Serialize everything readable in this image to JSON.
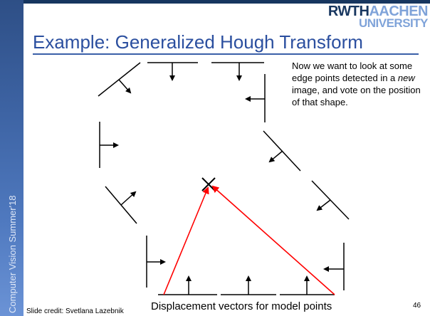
{
  "slide": {
    "title": "Example: Generalized Hough Transform",
    "sidebar_label": "Computer Vision Summer'18",
    "logo": {
      "line1a": "RWTH",
      "line1b": "AACHEN",
      "line2": "UNIVERSITY"
    },
    "description": {
      "part1": "Now we want to look at some edge points detected in a ",
      "emphasis": "new",
      "part2": " image, and vote on the position of that shape."
    },
    "caption": "Displacement vectors for model points",
    "credit": "Slide credit: Svetlana Lazebnik",
    "page_number": "46"
  },
  "colors": {
    "title": "#2b4f9f",
    "sidebar": "#3d63a3",
    "vector": "#ff0000",
    "edge": "#000000"
  },
  "icons": {
    "reference_point": "x-mark",
    "normal": "arrow"
  }
}
